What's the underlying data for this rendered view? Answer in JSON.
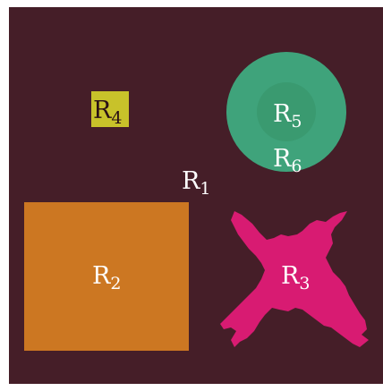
{
  "colors": {
    "background": "#451e28",
    "r2_fill": "#cc7722",
    "r3_fill": "#d81b72",
    "r4_fill": "#c8c22a",
    "r6_fill": "#3fa37b",
    "r5_fill": "#3a9a70",
    "label_light": "#ffffff",
    "label_dark": "#2a1016"
  },
  "regions": [
    {
      "id": "r1",
      "letter": "R",
      "sub": "1"
    },
    {
      "id": "r2",
      "letter": "R",
      "sub": "2"
    },
    {
      "id": "r3",
      "letter": "R",
      "sub": "3"
    },
    {
      "id": "r4",
      "letter": "R",
      "sub": "4"
    },
    {
      "id": "r5",
      "letter": "R",
      "sub": "5"
    },
    {
      "id": "r6",
      "letter": "R",
      "sub": "6"
    }
  ]
}
